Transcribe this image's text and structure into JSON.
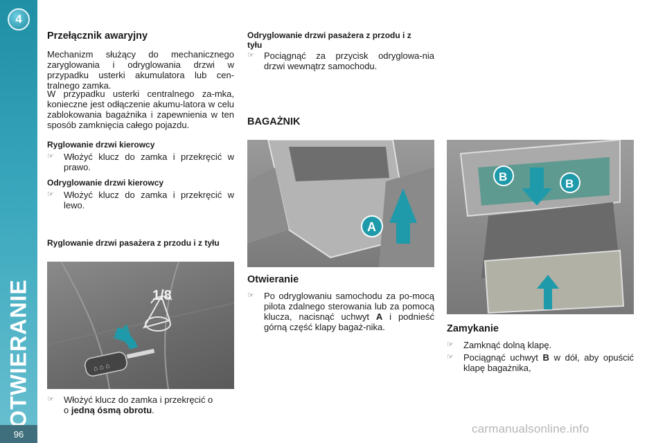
{
  "sidebar": {
    "chapter_number": "4",
    "chapter_title": "OTWIERANIE",
    "page_number": "96"
  },
  "left": {
    "emergency_title": "Przełącznik awaryjny",
    "emergency_p1": "Mechanizm służący do mechanicznego zaryglowania i odryglowania drzwi w przypadku usterki akumulatora lub cen-tralnego zamka.",
    "emergency_p2": "W przypadku usterki centralnego za-mka, konieczne jest odłączenie akumu-latora w celu zablokowania bagażnika i zapewnienia w ten sposób zamknięcia całego pojazdu.",
    "lock_driver_title": "Ryglowanie drzwi kierowcy",
    "lock_driver_text": "Włożyć klucz do zamka i przekręcić w prawo.",
    "unlock_driver_title": "Odryglowanie drzwi kierowcy",
    "unlock_driver_text": "Włożyć klucz do zamka i przekręcić w lewo.",
    "lock_passenger_title": "Ryglowanie drzwi pasażera z przodu i z tyłu",
    "figure_label": "1/8",
    "lock_passenger_text_a": "Włożyć klucz do zamka i przekręcić o",
    "lock_passenger_text_bold": "jedną ósmą obrotu",
    "lock_passenger_text_end": "."
  },
  "middle": {
    "unlock_passenger_title": "Odryglowanie drzwi pasażera z przodu i z tyłu",
    "unlock_passenger_text": "Pociągnąć za przycisk odryglowa-nia drzwi wewnątrz samochodu.",
    "boot_title": "BAGAŻNIK",
    "figure_label_a": "A",
    "opening_title": "Otwieranie",
    "opening_text_a": "Po odryglowaniu samochodu za po-mocą pilota zdalnego sterowania lub za pomocą klucza, nacisnąć uchwyt",
    "opening_bold": "A",
    "opening_text_b": "i podnieść górną część klapy bagaż-nika."
  },
  "right": {
    "figure_label_b1": "B",
    "figure_label_b2": "B",
    "closing_title": "Zamykanie",
    "closing_step1": "Zamknąć dolną klapę.",
    "closing_step2_a": "Pociągnąć uchwyt",
    "closing_step2_bold": "B",
    "closing_step2_b": "w dół, aby opuścić klapę bagażnika,"
  },
  "watermark": "carmanualsonline.info",
  "bullet_symbol": "☞"
}
